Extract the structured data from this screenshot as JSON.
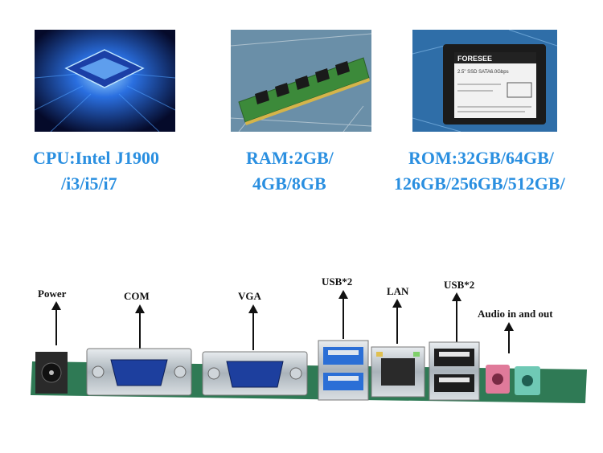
{
  "specs": {
    "cpu": {
      "line1": "CPU:Intel J1900",
      "line2": "/i3/i5/i7"
    },
    "ram": {
      "line1": "RAM:2GB/",
      "line2": "4GB/8GB"
    },
    "rom": {
      "line1": "ROM:32GB/64GB/",
      "line2": "126GB/256GB/512GB/"
    }
  },
  "ssd_label": {
    "brand": "FORESEE",
    "model": "2.5\" SSD SATA6.0Gbps"
  },
  "ports": {
    "power": "Power",
    "com": "COM",
    "vga": "VGA",
    "usb_left": "USB*2",
    "lan": "LAN",
    "usb_right": "USB*2",
    "audio": "Audio in and out"
  },
  "colors": {
    "spec_text": "#2a8fe0",
    "board_green": "#2f7a55",
    "usb3_blue": "#2b6fd6",
    "audio_pink": "#e07a9a",
    "audio_green": "#6fc9b5"
  }
}
